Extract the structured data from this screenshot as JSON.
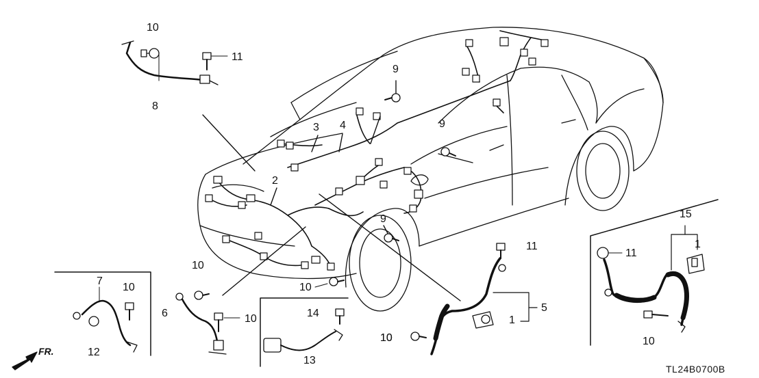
{
  "diagram": {
    "code": "TL24B0700B",
    "direction_label": "FR.",
    "labels": [
      {
        "id": "p10_a",
        "text": "10"
      },
      {
        "id": "p11_a",
        "text": "11"
      },
      {
        "id": "p8",
        "text": "8"
      },
      {
        "id": "p9_a",
        "text": "9"
      },
      {
        "id": "p3",
        "text": "3"
      },
      {
        "id": "p4",
        "text": "4"
      },
      {
        "id": "p9_b",
        "text": "9"
      },
      {
        "id": "p2",
        "text": "2"
      },
      {
        "id": "p9_c",
        "text": "9"
      },
      {
        "id": "p11_b",
        "text": "11"
      },
      {
        "id": "p10_b",
        "text": "10"
      },
      {
        "id": "p7",
        "text": "7"
      },
      {
        "id": "p10_c",
        "text": "10"
      },
      {
        "id": "p12",
        "text": "12"
      },
      {
        "id": "p10_d",
        "text": "10"
      },
      {
        "id": "p6",
        "text": "6"
      },
      {
        "id": "p10_e",
        "text": "10"
      },
      {
        "id": "p10_f",
        "text": "10"
      },
      {
        "id": "p14",
        "text": "14"
      },
      {
        "id": "p13",
        "text": "13"
      },
      {
        "id": "p5",
        "text": "5"
      },
      {
        "id": "p1_a",
        "text": "1"
      },
      {
        "id": "p10_g",
        "text": "10"
      },
      {
        "id": "p15",
        "text": "15"
      },
      {
        "id": "p11_c",
        "text": "11"
      },
      {
        "id": "p1_b",
        "text": "1"
      },
      {
        "id": "p10_h",
        "text": "10"
      }
    ]
  }
}
